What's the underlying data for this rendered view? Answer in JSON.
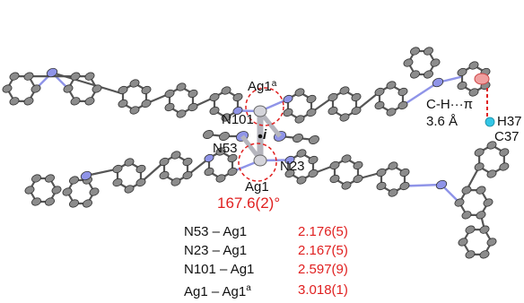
{
  "colors": {
    "carbon": "#8c8c8c",
    "nitrogen": "#8f94e8",
    "silver": "#c8c8cf",
    "hydrogen": "#33c6e6",
    "bond": "#555555",
    "highlight": "#e02020",
    "text": "#111111"
  },
  "labels": {
    "ag1a_prefix": "Ag1",
    "ag1a_sup": "a",
    "ag1": "Ag1",
    "n101": "N101",
    "n53": "N53",
    "n23": "N23",
    "h37": "H37",
    "c37": "C37",
    "inversion": "i",
    "ch_pi_label": "C-H···π",
    "ch_pi_distance": "3.6 Å",
    "angle": "167.6(2)°"
  },
  "bond_table": [
    {
      "name": "N53 – Ag1",
      "value": "2.176(5)"
    },
    {
      "name": "N23 – Ag1",
      "value": "2.167(5)"
    },
    {
      "name": "N101 – Ag1",
      "value": "2.597(9)"
    },
    {
      "name": "Ag1 – Ag1",
      "name_sup": "a",
      "value": "3.018(1)"
    }
  ]
}
